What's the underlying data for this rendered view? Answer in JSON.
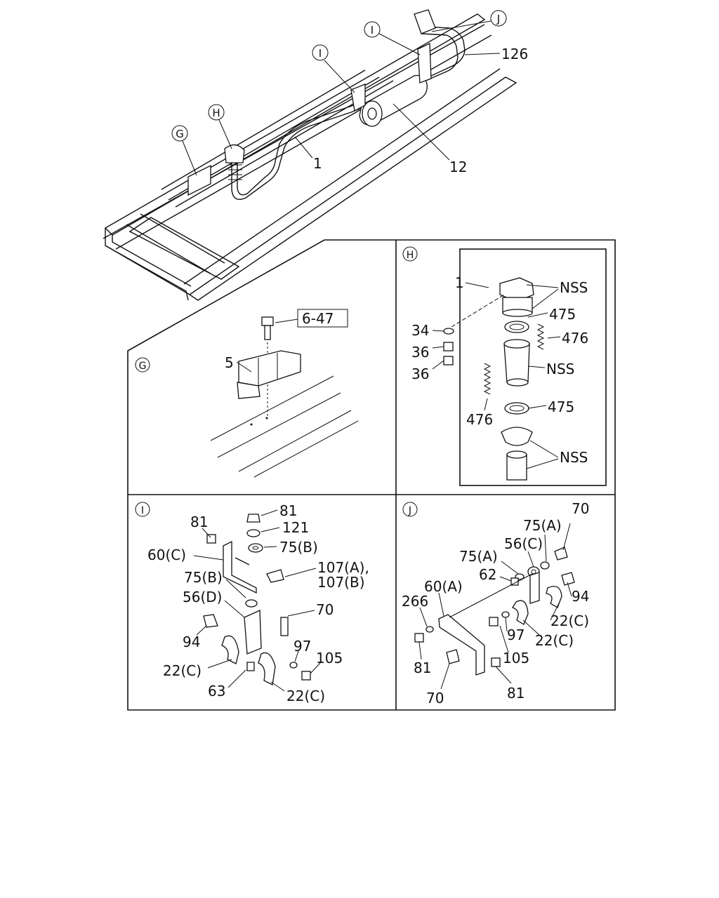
{
  "overview": {
    "callouts": [
      "G",
      "H",
      "I",
      "I",
      "J"
    ],
    "labels": [
      "126",
      "1",
      "12"
    ]
  },
  "panel_g": {
    "letter": "G",
    "ref_box": "6-47",
    "labels": [
      "5"
    ]
  },
  "panel_h": {
    "letter": "H",
    "labels": [
      "NSS",
      "1",
      "475",
      "476",
      "34",
      "36",
      "36",
      "NSS",
      "476",
      "475",
      "NSS"
    ]
  },
  "panel_i": {
    "letter": "I",
    "labels": [
      "81",
      "81",
      "121",
      "75(B)",
      "60(C)",
      "107(A),",
      "107(B)",
      "75(B)",
      "56(D)",
      "70",
      "94",
      "97",
      "105",
      "22(C)",
      "63",
      "22(C)"
    ]
  },
  "panel_j": {
    "letter": "J",
    "labels": [
      "70",
      "75(A)",
      "75(A)",
      "56(C)",
      "62",
      "60(A)",
      "266",
      "94",
      "22(C)",
      "97",
      "22(C)",
      "105",
      "81",
      "70",
      "81"
    ]
  }
}
